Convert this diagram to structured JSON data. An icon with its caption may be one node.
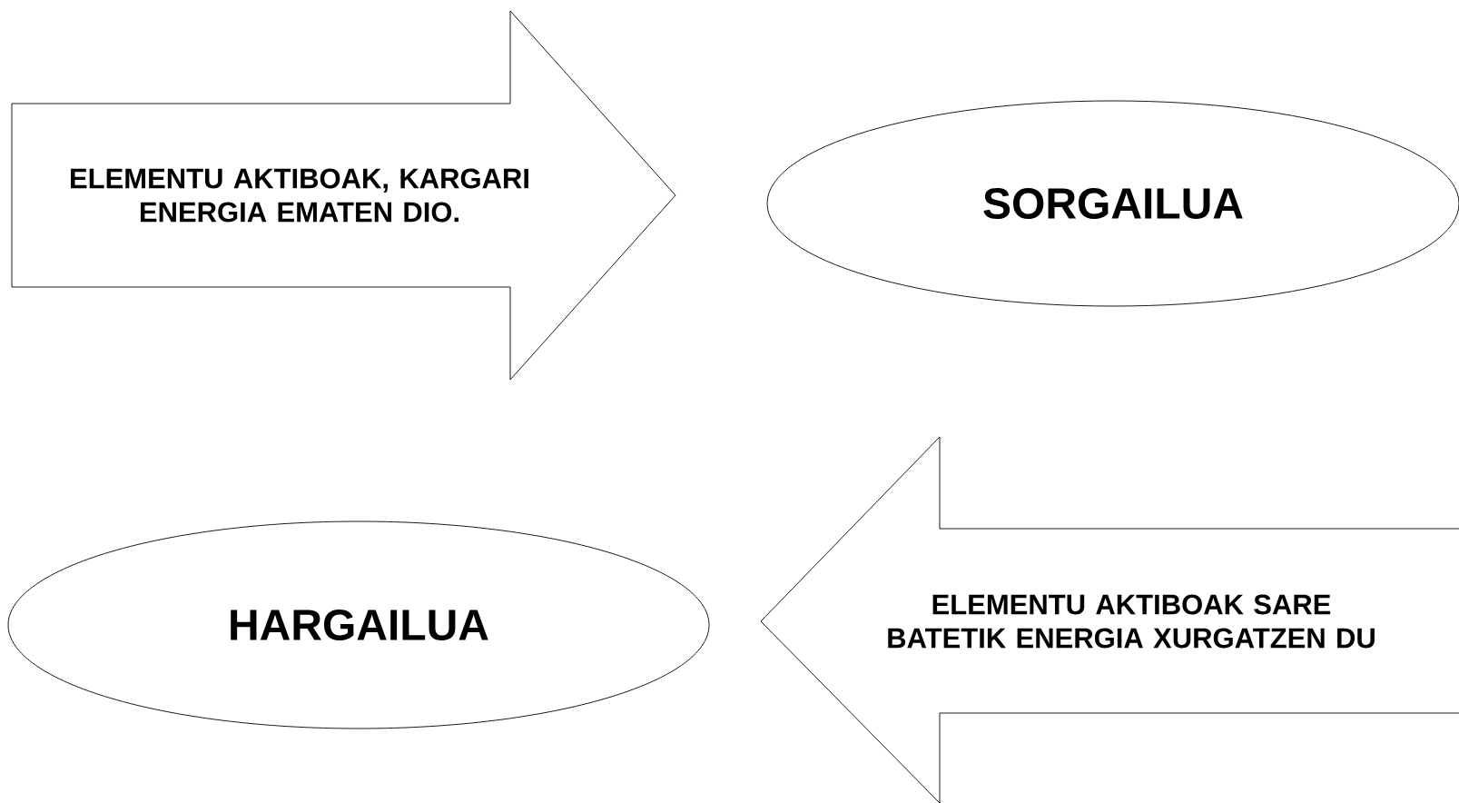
{
  "diagram": {
    "nodes": [
      {
        "text": [
          "ELEMENTU AKTIBOAK, KARGARI ENERGIA EMATEN DIO."
        ]
      },
      {
        "text": [
          "SORGAILUA"
        ]
      },
      {
        "text": [
          "HARGAILUA"
        ]
      },
      {
        "text": [
          "ELEMENTU AKTIBOAK SARE BATETIK ENERGIA XURGATZEN DU"
        ]
      }
    ]
  }
}
